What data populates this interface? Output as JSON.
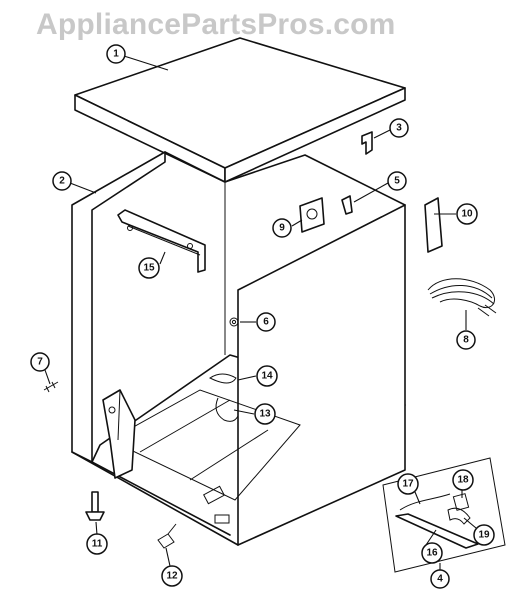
{
  "watermark": "AppliancePartsPros.com",
  "callouts": {
    "c1": "1",
    "c2": "2",
    "c3": "3",
    "c4": "4",
    "c5": "5",
    "c6": "6",
    "c7": "7",
    "c8": "8",
    "c9": "9",
    "c10": "10",
    "c11": "11",
    "c12": "12",
    "c13": "13",
    "c14": "14",
    "c15": "15",
    "c16": "16",
    "c17": "17",
    "c18": "18",
    "c19": "19"
  }
}
